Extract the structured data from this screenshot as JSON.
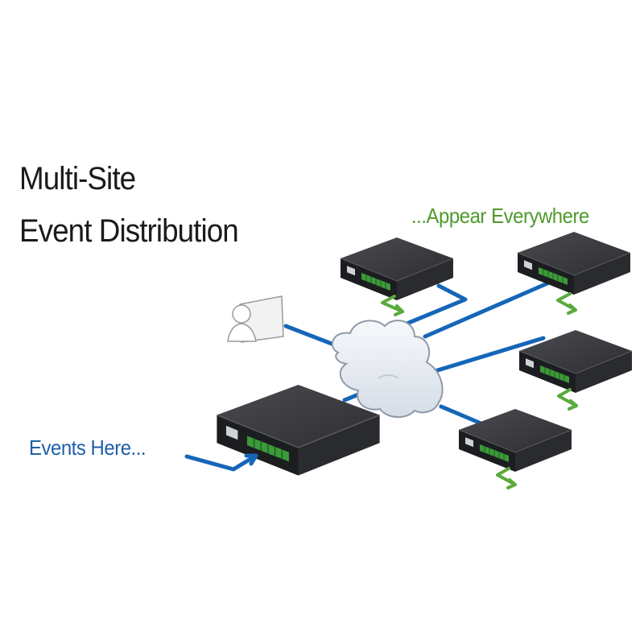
{
  "title": {
    "line1": "Multi-Site",
    "line2": "Event Distribution"
  },
  "captions": {
    "input": "Events Here...",
    "output": "...Appear Everywhere"
  },
  "colors": {
    "input_text": "#1f5fa8",
    "output_text": "#4f9a2c",
    "link": "#1566b8",
    "arrow": "#5aaa3c",
    "device_top": "#3b3c40",
    "device_side": "#17181a",
    "cloud": "#e8eef4",
    "cloud_stroke": "#8e9aa8"
  },
  "icons": {
    "cloud": "network-cloud-icon",
    "user": "user-terminal-icon",
    "device": "controller-device-icon",
    "arrow": "signal-arrow-icon"
  }
}
